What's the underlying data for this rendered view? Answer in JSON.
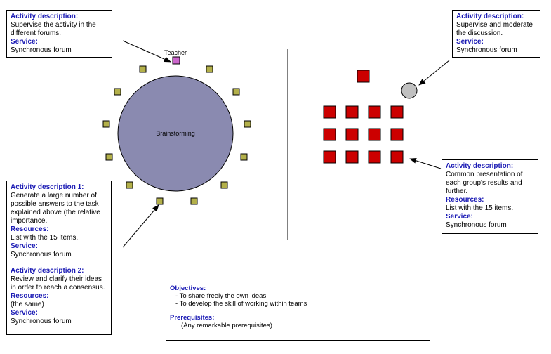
{
  "box_top_left": {
    "h1": "Activity description",
    "t1": "Supervise the activity in the different forums.",
    "h2": "Service",
    "t2": "Synchronous forum"
  },
  "box_top_right": {
    "h1": "Activity description",
    "t1": "Supervise and moderate the discussion.",
    "h2": "Service",
    "t2": "Synchronous forum"
  },
  "box_mid_right": {
    "h1": "Activity description",
    "t1": "Common presentation of each group's results and further.",
    "h2": "Resources",
    "t2": "List with the 15 items.",
    "h3": "Service",
    "t3": "Synchronous forum"
  },
  "box_left": {
    "h1": "Activity description 1",
    "t1": "Generate a large number of possible answers to the task explained above (the relative importance.",
    "h2": "Resources",
    "t2": "List with the 15 items.",
    "h3": "Service",
    "t3": "Synchronous forum",
    "h4": "Activity description 2",
    "t4": "Review and clarify their ideas in order to reach a consensus.",
    "h5": "Resources",
    "t5": "(the same)",
    "h6": "Service",
    "t6": "Synchronous forum"
  },
  "box_bottom": {
    "h1": "Objectives",
    "o1": "- To share freely the own ideas",
    "o2": "- To develop the skill of working within teams",
    "h2": "Prerequisites",
    "p1": "(Any remarkable prerequisites)"
  },
  "diagram": {
    "teacher_label": "Teacher",
    "circle_label": "Brainstorming",
    "circle_color": "#8a8ab0",
    "student_color": "#b3b04a",
    "teacher_color": "#cc66cc",
    "group_color": "#cc0000",
    "moderator_color": "#c0c0c0"
  }
}
